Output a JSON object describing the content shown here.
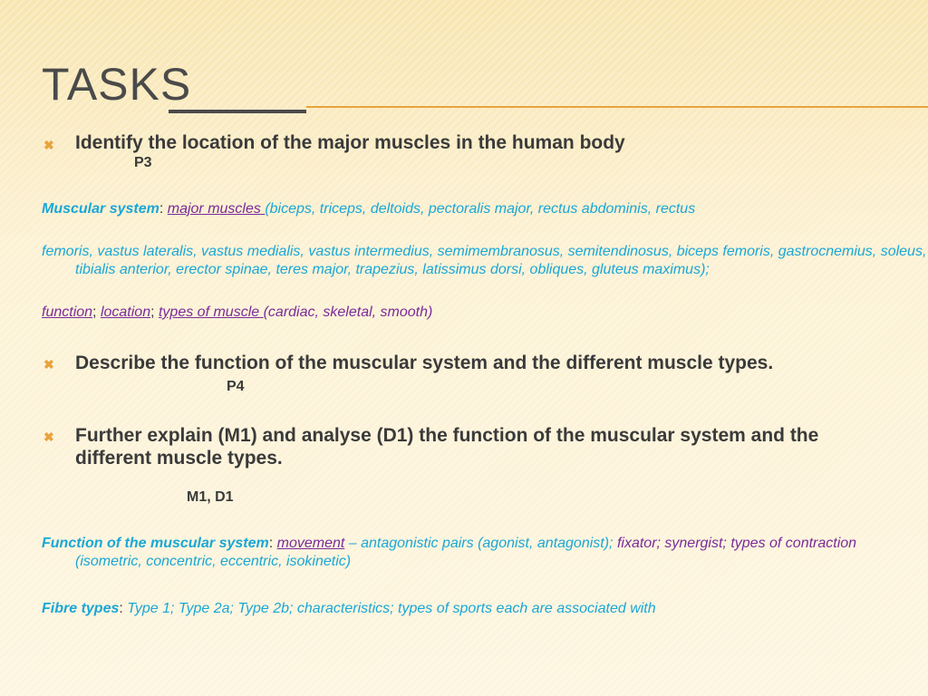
{
  "title": "TASKS",
  "colors": {
    "accent": "#e8a33c",
    "blue": "#1aa7d6",
    "purple": "#7a2b9a"
  },
  "bullet_icon": "x-mark-icon",
  "bullets": [
    {
      "text": "Identify the location of the major muscles in the human body",
      "code": "P3"
    },
    {
      "text": "Describe the function of the muscular system and the different muscle types.",
      "code": "P4"
    },
    {
      "text": "Further explain (M1) and analyse (D1) the function of the muscular system and the different muscle types.",
      "code": "M1, D1"
    }
  ],
  "muscular_note": {
    "label": "Muscular system",
    "colon": ":",
    "link": "major muscles ",
    "text1": "(biceps, triceps, deltoids, pectoralis major, rectus abdominis, rectus",
    "text2": "femoris, vastus lateralis, vastus medialis, vastus intermedius, semimembranosus, semitendinosus, biceps femoris, gastrocnemius, soleus, tibialis anterior, erector spinae, teres major, trapezius, latissimus dorsi, obliques, gluteus maximus);",
    "fn_link": "function",
    "sep1": "; ",
    "loc_link": "location",
    "sep2": "; ",
    "types_link": "types of muscle ",
    "types_text": "(cardiac, skeletal, smooth)"
  },
  "function_note": {
    "label": "Function of the muscular system",
    "colon": ":",
    "link": "movement",
    "text1": " – antagonistic pairs (agonist, antagonist);",
    "purple1": " fixator; synergist; types of contraction",
    "text2": " (isometric, concentric, eccentric, isokinetic)"
  },
  "fibre_note": {
    "label": "Fibre types",
    "colon": ":",
    "text": " Type 1; Type 2a; Type 2b; characteristics; types of sports each are associated with"
  }
}
